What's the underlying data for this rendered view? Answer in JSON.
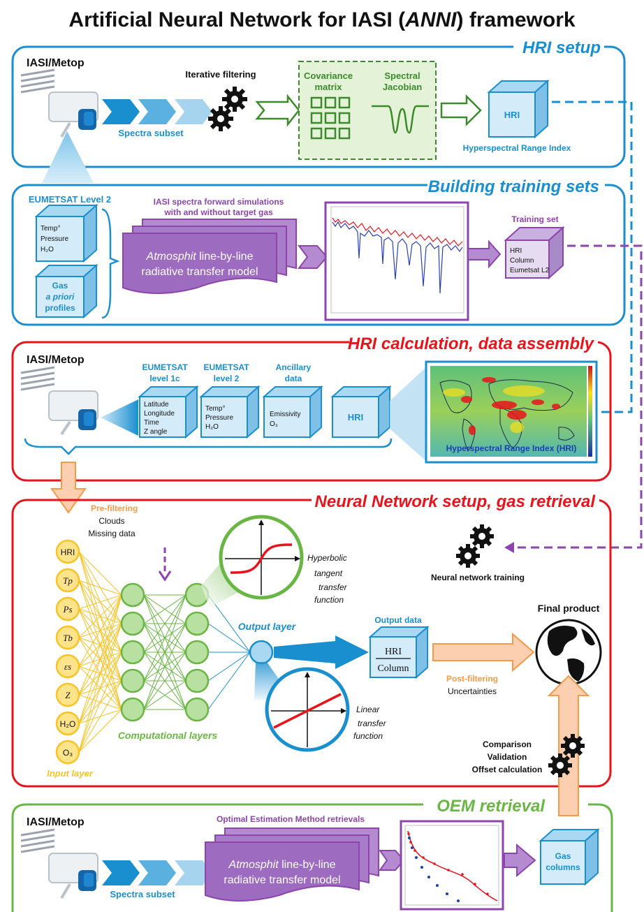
{
  "title_parts": [
    "Artificial Neural Network for IASI (",
    "ANNI",
    ") framework"
  ],
  "colors": {
    "blue": "#1a8fd0",
    "red": "#e8141c",
    "green": "#6ab644",
    "purple": "#8e44ad",
    "orange": "#f39a4b",
    "yellow": "#f7c326",
    "darkgreen": "#3c8a2c"
  },
  "hri_setup": {
    "title": "HRI setup",
    "instrument": "IASI/Metop",
    "spectra_subset": "Spectra subset",
    "iterative_filtering": "Iterative filtering",
    "covariance_line1": "Covariance",
    "covariance_line2": "matrix",
    "jacobian_line1": "Spectral",
    "jacobian_line2": "Jacobian",
    "hri_box": "HRI",
    "hri_caption": "Hyperspectral Range Index"
  },
  "training": {
    "title": "Building training sets",
    "eumetsat": "EUMETSAT Level 2",
    "met_lines": [
      "Temp°",
      "Pressure",
      "H₂O"
    ],
    "gas_lines": [
      "Gas",
      "a priori",
      "profiles"
    ],
    "sim_line1": "IASI spectra forward simulations",
    "sim_line2": "with and without target gas",
    "model_italic": "Atmosphit",
    "model_rest": " line-by-line",
    "model_line2": "radiative transfer model",
    "training_set": "Training set",
    "training_lines": [
      "HRI",
      "Column",
      "Eumetsat L2"
    ]
  },
  "hri_calc": {
    "title": "HRI calculation, data assembly",
    "instrument": "IASI/Metop",
    "l1c_label": [
      "EUMETSAT",
      "level 1c"
    ],
    "l1c_lines": [
      "Latitude",
      "Longitude",
      "Time",
      "Z angle"
    ],
    "l2_label": [
      "EUMETSAT",
      "level 2"
    ],
    "l2_lines": [
      "Temp°",
      "Pressure",
      "H₂O"
    ],
    "anc_label": [
      "Ancillary",
      "data"
    ],
    "anc_lines": [
      "Emissivity",
      "O₃"
    ],
    "hri_box": "HRI",
    "map_caption": "Hyperspectral Range Index (HRI)"
  },
  "nn": {
    "title": "Neural Network setup, gas retrieval",
    "prefilter": "Pre-filtering",
    "prefilter_items": [
      "Clouds",
      "Missing data"
    ],
    "inputs": [
      "HRI",
      "Tp",
      "Ps",
      "Tb",
      "εs",
      "Z",
      "H₂O",
      "O₃"
    ],
    "input_layer": "Input layer",
    "computational_layers": "Computational layers",
    "output_layer": "Output layer",
    "hyperbolic": [
      "Hyperbolic",
      "tangent",
      "transfer",
      "function"
    ],
    "linear": [
      "Linear",
      "transfer",
      "function"
    ],
    "nn_training": "Neural network training",
    "output_data": "Output data",
    "output_top": "HRI",
    "output_bottom": "Column",
    "postfilter": "Post-filtering",
    "uncertainties": "Uncertainties",
    "final_product": "Final product",
    "comparison_lines": [
      "Comparison",
      "Validation",
      "Offset calculation"
    ]
  },
  "oem": {
    "title": "OEM retrieval",
    "instrument": "IASI/Metop",
    "spectra_subset": "Spectra subset",
    "oem_label": "Optimal Estimation Method retrievals",
    "model_italic": "Atmosphit",
    "model_rest": " line-by-line",
    "model_line2": "radiative transfer model",
    "gas_columns": [
      "Gas",
      "columns"
    ]
  }
}
